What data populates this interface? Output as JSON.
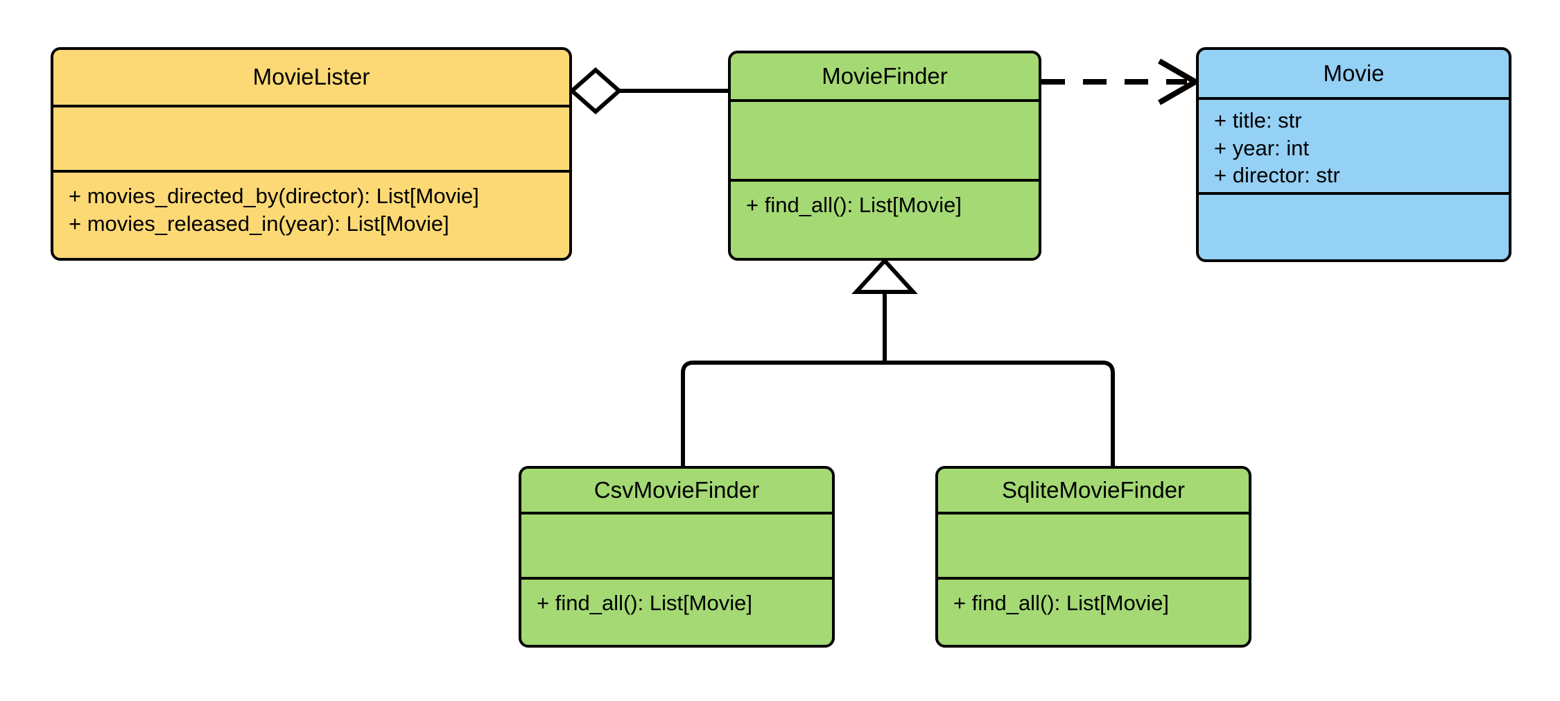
{
  "diagram": {
    "type": "uml-class-diagram",
    "title": "MovieLister dependency injection class diagram",
    "background_color": "#ffffff",
    "line_color": "#000000",
    "palette": {
      "yellow": "#fcd975",
      "green": "#a4d974",
      "blue": "#95d0f5"
    }
  },
  "classes": [
    {
      "id": "movie-lister",
      "name": "MovieLister",
      "color_key": "yellow",
      "color": "#fcd975",
      "attributes": [],
      "methods": [
        "+ movies_directed_by(director): List[Movie]",
        "+ movies_released_in(year): List[Movie]"
      ]
    },
    {
      "id": "movie-finder",
      "name": "MovieFinder",
      "color_key": "green",
      "color": "#a4d974",
      "attributes": [],
      "methods": [
        "+ find_all(): List[Movie]"
      ]
    },
    {
      "id": "movie",
      "name": "Movie",
      "color_key": "blue",
      "color": "#95d0f5",
      "attributes": [
        "+ title: str",
        "+ year: int",
        "+ director: str"
      ],
      "methods": []
    },
    {
      "id": "csv-movie-finder",
      "name": "CsvMovieFinder",
      "color_key": "green",
      "color": "#a4d974",
      "attributes": [],
      "methods": [
        "+ find_all(): List[Movie]"
      ]
    },
    {
      "id": "sqlite-movie-finder",
      "name": "SqliteMovieFinder",
      "color_key": "green",
      "color": "#a4d974",
      "attributes": [],
      "methods": [
        "+ find_all(): List[Movie]"
      ]
    }
  ],
  "relationships": [
    {
      "id": "lister-aggregates-finder",
      "kind": "aggregation",
      "from": "MovieLister",
      "to": "MovieFinder",
      "style": "solid",
      "source_marker": "hollow-diamond",
      "target_marker": "none"
    },
    {
      "id": "finder-depends-on-movie",
      "kind": "dependency",
      "from": "MovieFinder",
      "to": "Movie",
      "style": "dashed",
      "source_marker": "none",
      "target_marker": "open-arrow"
    },
    {
      "id": "csv-inherits-finder",
      "kind": "generalization",
      "from": "CsvMovieFinder",
      "to": "MovieFinder",
      "style": "solid",
      "source_marker": "none",
      "target_marker": "hollow-triangle"
    },
    {
      "id": "sqlite-inherits-finder",
      "kind": "generalization",
      "from": "SqliteMovieFinder",
      "to": "MovieFinder",
      "style": "solid",
      "source_marker": "none",
      "target_marker": "hollow-triangle"
    }
  ]
}
